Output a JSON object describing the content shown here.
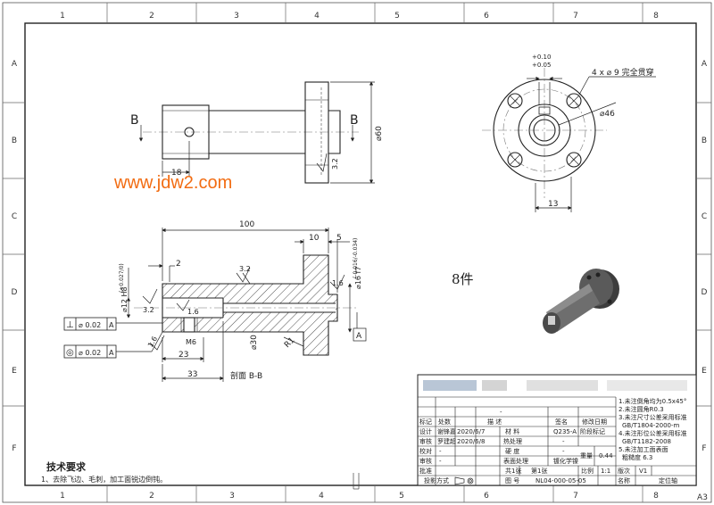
{
  "border": {
    "top_numbers": [
      "1",
      "2",
      "3",
      "4",
      "5",
      "6",
      "7",
      "8"
    ],
    "bottom_numbers": [
      "1",
      "2",
      "3",
      "4",
      "5",
      "6",
      "7",
      "8"
    ],
    "side_letters": [
      "A",
      "B",
      "C",
      "D",
      "E",
      "F"
    ],
    "sheet_size": "A3"
  },
  "watermark": "www.jdw2.com",
  "front_view": {
    "section_left": "B",
    "section_right": "B",
    "dim_18": "18",
    "dim_dia60": "⌀60",
    "roughness_32": "3.2"
  },
  "end_view": {
    "tol_upper": "+0.10",
    "tol_lower": "+0.05",
    "holes_note": "4 x ⌀ 9 完全贯穿",
    "dim_dia46": "⌀46",
    "dim_13": "13"
  },
  "section_view": {
    "dim_100": "100",
    "dim_10": "10",
    "dim_5": "5",
    "dim_2": "2",
    "rough_32_top": "3.2",
    "rough_16_right": "1.6",
    "dim_dia16": "⌀16 f7",
    "dim_dia16_tol": "(-0.016/-0.034)",
    "dim_dia12": "⌀12 H8",
    "dim_dia12_tol": "(+0.027/0)",
    "rough_32_left": "3.2",
    "rough_16_mid": "1.6",
    "thread_m6": "M6",
    "rough_16_left": "1.6",
    "dim_dia30": "⌀30",
    "dim_r1": "R1",
    "dim_23": "23",
    "dim_33": "33",
    "caption": "剖面 B-B",
    "datum_a": "A"
  },
  "gdt": [
    {
      "symbol": "⊥",
      "value": "⌀ 0.02",
      "datum": "A"
    },
    {
      "symbol": "◎",
      "value": "⌀ 0.02",
      "datum": "A"
    }
  ],
  "quantity_note": "8件",
  "tech_requirements": {
    "title": "技术要求",
    "line1": "1、去除飞边、毛刺，加工面锐边倒钝。"
  },
  "title_block": {
    "notes": [
      "1.未注倒角均为0.5x45°",
      "2.未注圆角R0.3",
      "3.未注尺寸公差采用标准",
      "GB/T1804-2000-m",
      "4.未注形位公差采用标准",
      "GB/T1182-2008",
      "5.未注加工面表面",
      "粗糙度 6.3"
    ],
    "hdr_mark": "标记",
    "hdr_zone": "处数",
    "hdr_desc": "描    述",
    "hdr_sign": "签名",
    "hdr_date": "修改日期",
    "dash": "-",
    "r_design": "设计",
    "design_name": "谢锋嘉",
    "design_date": "2020/6/7",
    "material_label": "材  料",
    "material_value": "Q235-A",
    "stage_label": "阶段标记",
    "r_review": "审核",
    "review_name": "罗建超",
    "review_date": "2020/6/8",
    "heat_label": "热处理",
    "weight_label": "重量",
    "weight_value": "0.44",
    "r_check": "校对",
    "hardness_label": "硬  度",
    "r_std": "审核",
    "surface_label": "表面处理",
    "surface_value": "镀化学镍",
    "sheet_total": "共1张",
    "sheet_no": "第1张",
    "scale_label": "比例",
    "scale_value": "1:1",
    "version_label": "版次",
    "version_value": "V1",
    "r_approve": "批准",
    "projection_label": "投影方式",
    "drawing_no_label": "图  号",
    "drawing_no": "NL04-000-05-05",
    "name_label": "名称",
    "name_value": "定位轴"
  }
}
